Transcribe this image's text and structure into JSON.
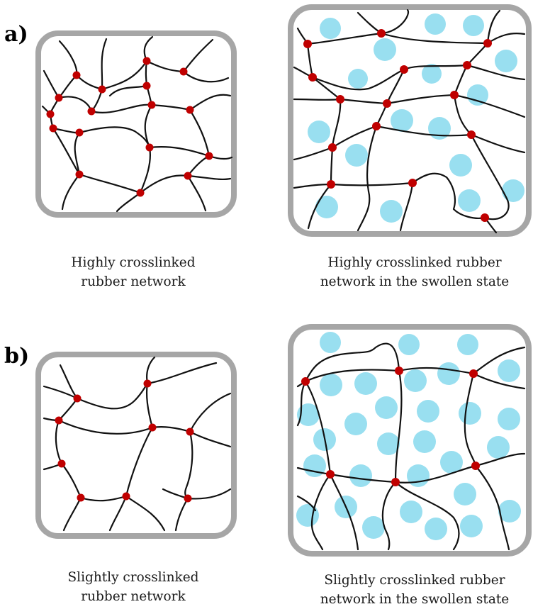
{
  "panels": [
    {
      "label": "a)",
      "left_caption": [
        "Highly crosslinked",
        "rubber network"
      ],
      "right_caption": [
        "Highly crosslinked rubber",
        "network in the swollen state"
      ]
    },
    {
      "label": "b)",
      "left_caption": [
        "Slightly crosslinked",
        "rubber network"
      ],
      "right_caption": [
        "Slightly crosslinked rubber",
        "network in the swollen state"
      ]
    }
  ],
  "colors": {
    "frame": "#a6a6a6",
    "crosslink": "#c00000",
    "solvent": "#99dff0",
    "chain": "#111111"
  },
  "legend_icons": [
    "crosslink-point-icon",
    "solvent-molecule-icon",
    "polymer-chain-icon"
  ]
}
